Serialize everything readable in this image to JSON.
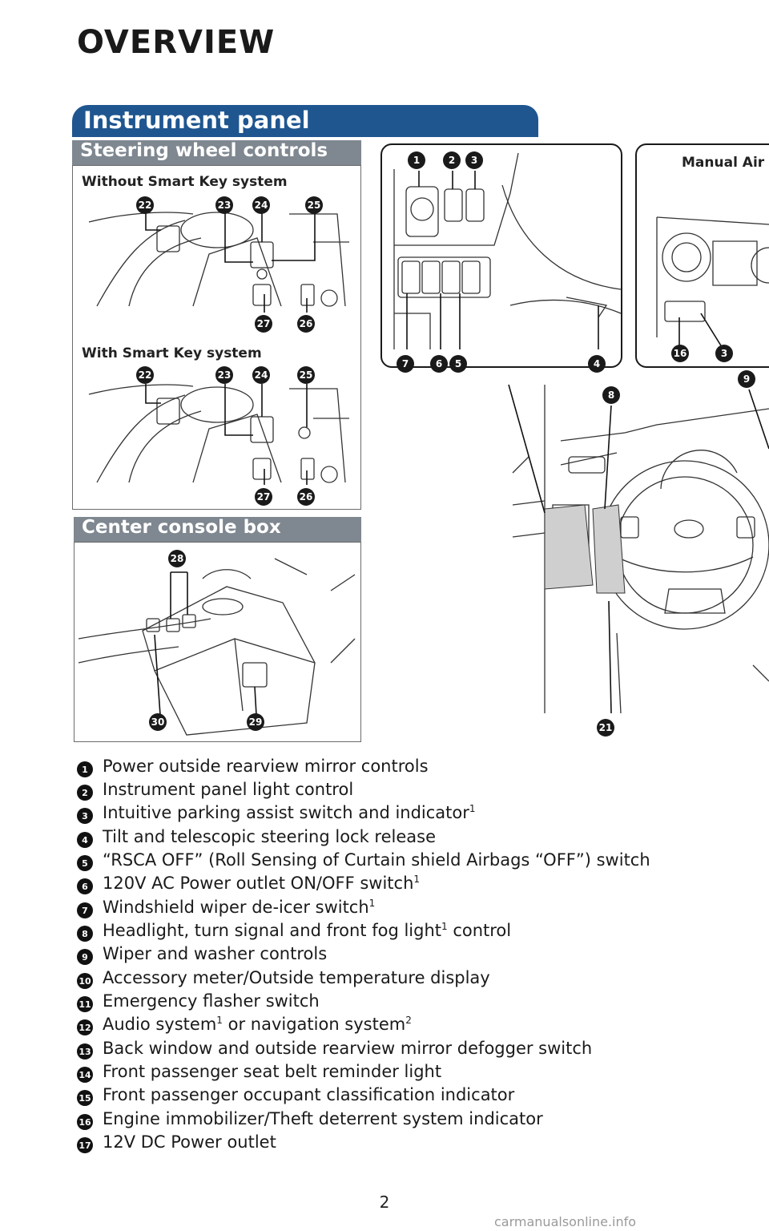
{
  "page": {
    "title": "OVERVIEW",
    "banner": "Instrument panel",
    "page_number": "2",
    "watermark": "carmanualsonline.info"
  },
  "steering": {
    "heading": "Steering wheel controls",
    "without_label": "Without Smart Key system",
    "with_label": "With Smart Key system",
    "top_callouts": [
      "22",
      "23",
      "24",
      "25"
    ],
    "bottom_callouts": [
      "27",
      "26"
    ]
  },
  "console": {
    "heading": "Center console box",
    "callouts": [
      "28",
      "29",
      "30"
    ]
  },
  "detail_view": {
    "top_callouts": [
      "1",
      "2",
      "3"
    ],
    "bottom_callouts": [
      "7",
      "6",
      "5",
      "4"
    ]
  },
  "air_view": {
    "label": "Manual Air",
    "callouts": [
      "16",
      "3"
    ]
  },
  "dash_view": {
    "callouts": [
      "8",
      "9",
      "21"
    ]
  },
  "legend": [
    {
      "num": "1",
      "text": "Power outside rearview mirror controls"
    },
    {
      "num": "2",
      "text": "Instrument panel light control"
    },
    {
      "num": "3",
      "text": "Intuitive parking assist switch and indicator",
      "sup": "1"
    },
    {
      "num": "4",
      "text": "Tilt and telescopic steering lock release"
    },
    {
      "num": "5",
      "text": "“RSCA OFF” (Roll Sensing of Curtain shield Airbags “OFF”) switch"
    },
    {
      "num": "6",
      "text": "120V AC Power outlet ON/OFF switch",
      "sup": "1"
    },
    {
      "num": "7",
      "text": "Windshield wiper de-icer switch",
      "sup": "1"
    },
    {
      "num": "8",
      "text": "Headlight, turn signal and front fog light",
      "sup": "1",
      "tail": " control"
    },
    {
      "num": "9",
      "text": "Wiper and washer controls"
    },
    {
      "num": "10",
      "text": "Accessory meter/Outside temperature display"
    },
    {
      "num": "11",
      "text": "Emergency flasher switch"
    },
    {
      "num": "12",
      "text": "Audio system",
      "sup": "1",
      "tail": " or navigation system",
      "sup2": "2"
    },
    {
      "num": "13",
      "text": "Back window and outside rearview mirror defogger switch"
    },
    {
      "num": "14",
      "text": "Front passenger seat belt reminder light"
    },
    {
      "num": "15",
      "text": "Front passenger occupant classification indicator"
    },
    {
      "num": "16",
      "text": "Engine immobilizer/Theft deterrent system indicator"
    },
    {
      "num": "17",
      "text": "12V DC Power outlet"
    }
  ]
}
